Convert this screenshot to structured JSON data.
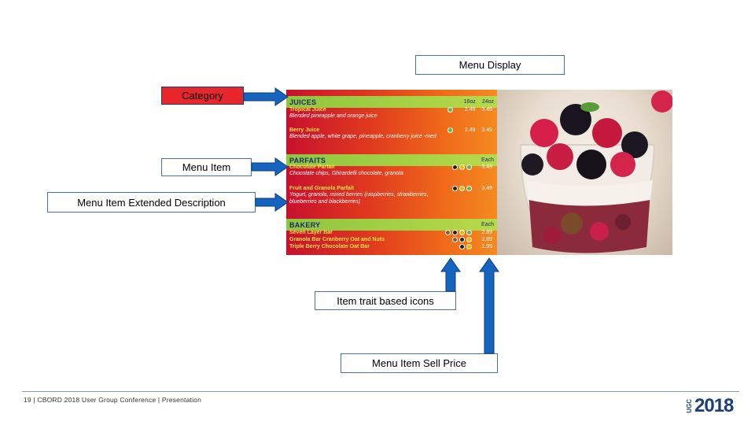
{
  "callouts": {
    "menu_display": "Menu Display",
    "category": "Category",
    "menu_item": "Menu Item",
    "extended_description": "Menu Item Extended Description",
    "trait_icons": "Item trait based icons",
    "sell_price": "Menu Item Sell Price"
  },
  "board": {
    "categories": [
      {
        "name": "JUICES",
        "cols": [
          "16oz",
          "24oz"
        ]
      },
      {
        "name": "PARFAITS",
        "cols": [
          "Each"
        ]
      },
      {
        "name": "BAKERY",
        "cols": [
          "Each"
        ]
      }
    ],
    "juices": [
      {
        "name": "Tropical Juice",
        "desc": "Blended pineapple and orange juice",
        "prices": [
          "2.49",
          "3.49"
        ]
      },
      {
        "name": "Berry Juice",
        "desc": "Blended apple, white grape, pineapple, cranberry juice -med",
        "prices": [
          "2.49",
          "3.49"
        ]
      }
    ],
    "parfaits": [
      {
        "name": "Chocolate Parfait",
        "desc": "Chocolate chips, Ghirardelli chocolate, granola",
        "price": "3.49"
      },
      {
        "name": "Fruit and Granola Parfait",
        "desc": "Yogurt, granola, mixed berries (raspberries, strawberries, blueberries and blackberries)",
        "price": "3.49"
      }
    ],
    "bakery": [
      {
        "name": "Seven Layer Bar",
        "price": "2.89"
      },
      {
        "name": "Granola Bar Cranberry Oat and Nuts",
        "price": "2.89"
      },
      {
        "name": "Triple Berry Chocolate Oat Bar",
        "price": "1.99"
      }
    ]
  },
  "footer": {
    "text": "19 | CBORD 2018 User Group Conference | Presentation",
    "logo_small": "UGC",
    "logo_year": "2018"
  },
  "colors": {
    "arrow": "#1565c0",
    "category_box": "#e8262b",
    "brand": "#1a3f7a"
  },
  "icons": [
    "vegetarian-icon",
    "whole-grain-icon",
    "spicy-icon",
    "balanced-icon"
  ]
}
